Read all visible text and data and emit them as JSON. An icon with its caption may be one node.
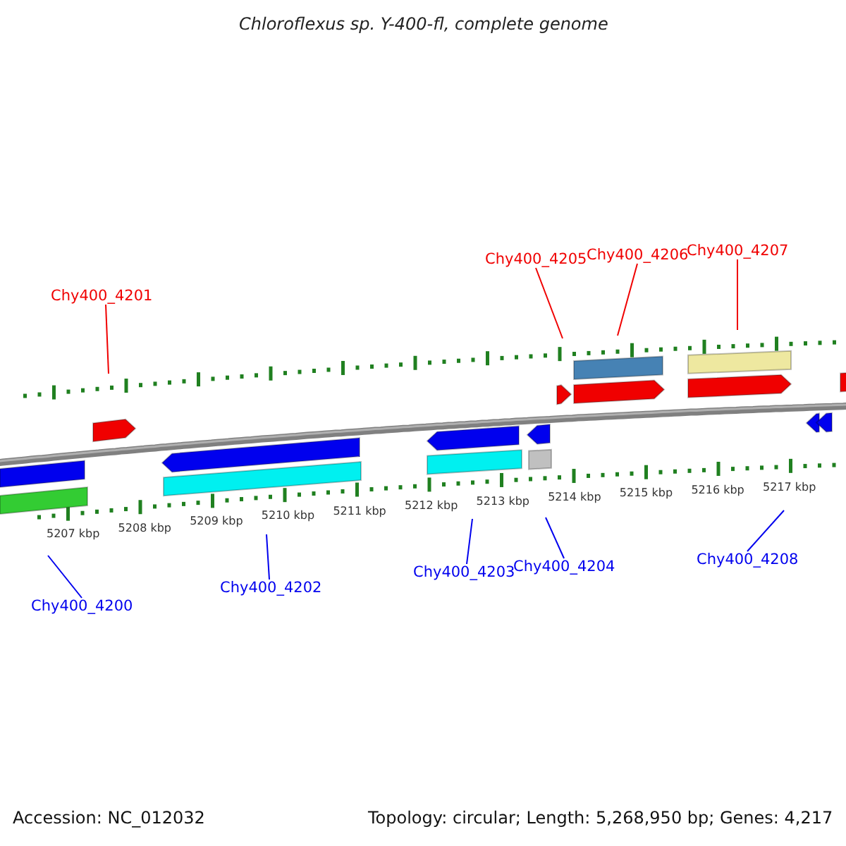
{
  "diagram": {
    "title": "Chloroflexus sp. Y-400-fl, complete genome",
    "nodes": [
      {
        "text": [
          "Chy400_4201"
        ]
      },
      {
        "text": [
          "Chy400_4205"
        ]
      },
      {
        "text": [
          "Chy400_4206"
        ]
      },
      {
        "text": [
          "Chy400_4207"
        ]
      },
      {
        "text": [
          "Chy400_4200"
        ]
      },
      {
        "text": [
          "Chy400_4202"
        ]
      },
      {
        "text": [
          "Chy400_4203"
        ]
      },
      {
        "text": [
          "Chy400_4204"
        ]
      },
      {
        "text": [
          "Chy400_4208"
        ]
      }
    ],
    "edges": [
      {
        "from": 0,
        "to": null,
        "arrow": "none",
        "color": "#f00000"
      },
      {
        "from": 1,
        "to": null,
        "arrow": "none",
        "color": "#f00000"
      },
      {
        "from": 2,
        "to": null,
        "arrow": "none",
        "color": "#f00000"
      },
      {
        "from": 3,
        "to": null,
        "arrow": "none",
        "color": "#f00000"
      },
      {
        "from": 4,
        "to": null,
        "arrow": "none"
      },
      {
        "from": 5,
        "to": null,
        "arrow": "none"
      },
      {
        "from": 6,
        "to": null,
        "arrow": "none"
      },
      {
        "from": 7,
        "to": null,
        "arrow": "none"
      },
      {
        "from": 8,
        "to": null,
        "arrow": "none"
      }
    ],
    "labels": [
      "5207 kbp",
      "5208 kbp",
      "5209 kbp",
      "5210 kbp",
      "5211 kbp",
      "5212 kbp",
      "5213 kbp",
      "5214 kbp",
      "5215 kbp",
      "5216 kbp",
      "5217 kbp",
      "Accession: NC_012032",
      "Topology: circular; Length: 5,268,950 bp; Genes: 4,217"
    ]
  }
}
